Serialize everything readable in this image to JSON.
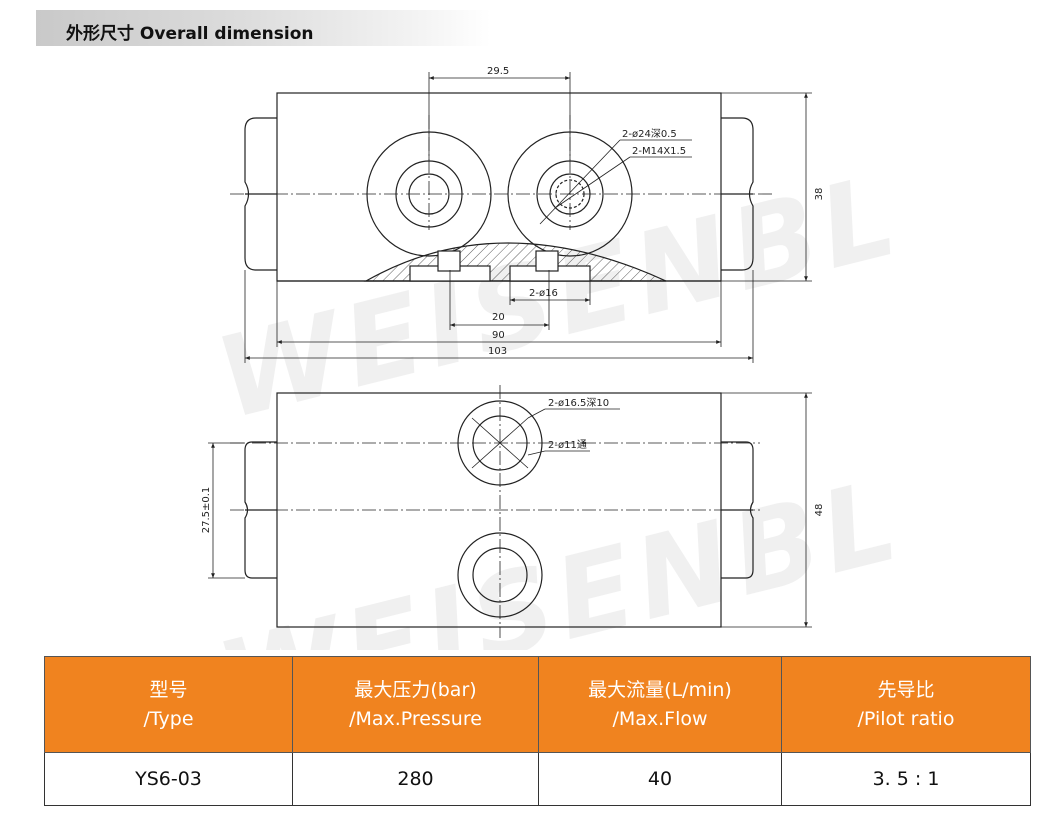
{
  "section": {
    "title": "外形尺寸 Overall dimension"
  },
  "watermark": {
    "text": "WEISENBL"
  },
  "drawing": {
    "top_view": {
      "dims": {
        "port_spacing": "29.5",
        "height": "38",
        "spacing_20": "20",
        "spacing_90": "90",
        "overall": "103"
      },
      "callouts": {
        "port_bore": "2-ø24深0.5",
        "port_thread": "2-M14X1.5",
        "seal_dia": "2-ø16"
      }
    },
    "bottom_view": {
      "dims": {
        "offset": "27.5±0.1",
        "height": "48"
      },
      "callouts": {
        "counterbore": "2-ø16.5深10",
        "hole": "2-ø11通"
      }
    }
  },
  "table": {
    "headers": [
      {
        "cn": "型号",
        "en": "/Type"
      },
      {
        "cn": "最大压力(bar)",
        "en": "/Max.Pressure"
      },
      {
        "cn": "最大流量(L/min)",
        "en": "/Max.Flow"
      },
      {
        "cn": "先导比",
        "en": "/Pilot ratio"
      }
    ],
    "rows": [
      [
        "YS6-03",
        "280",
        "40",
        "3. 5 : 1"
      ]
    ]
  },
  "colors": {
    "header_bg": "#f0831f",
    "header_text": "#ffffff",
    "line": "#222222"
  }
}
